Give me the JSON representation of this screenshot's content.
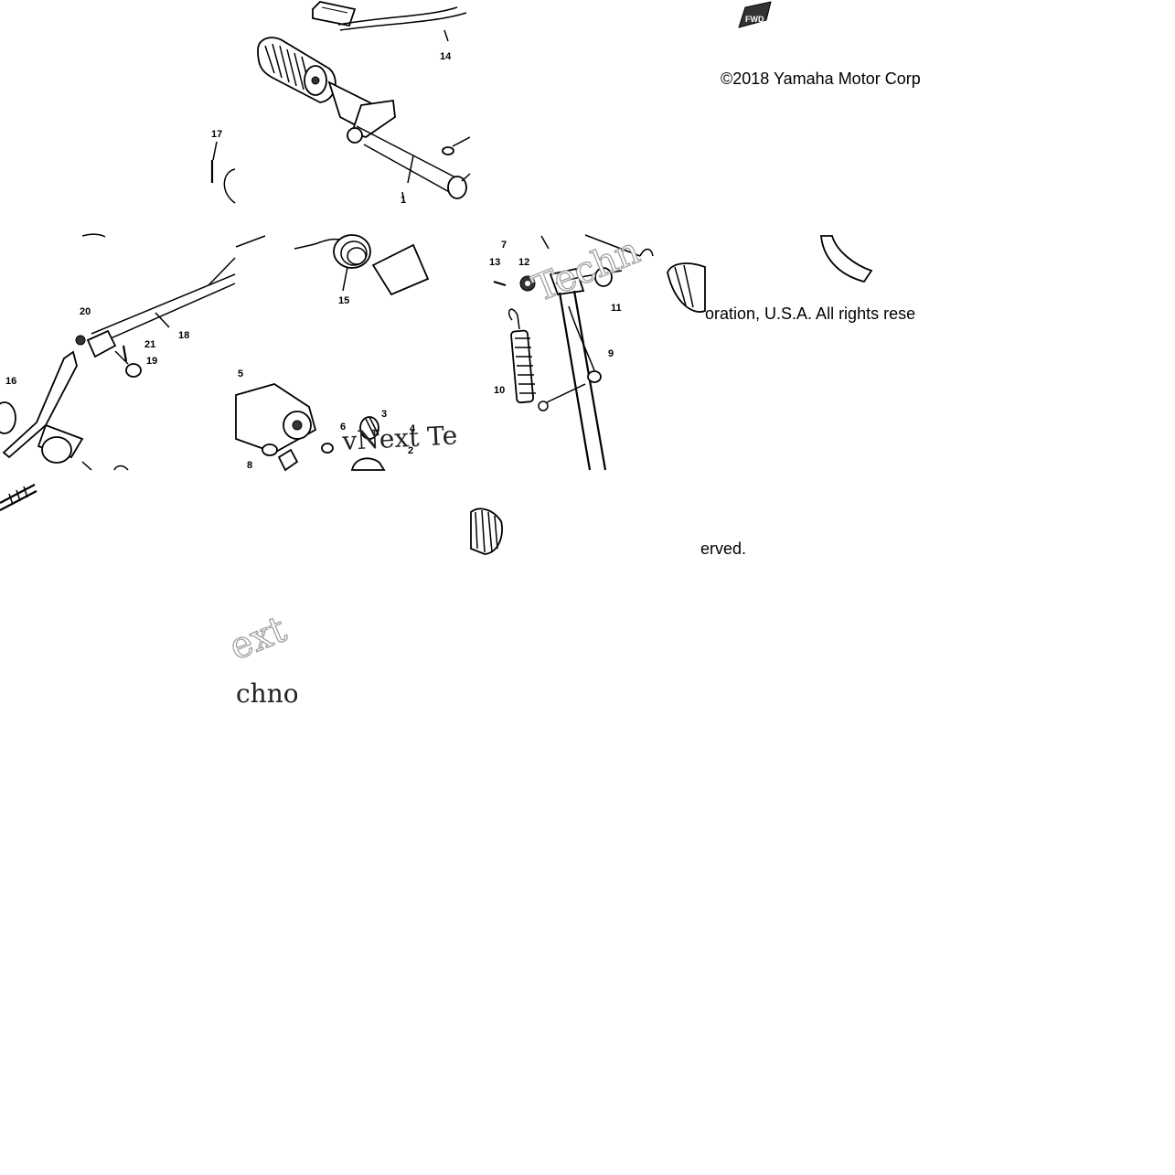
{
  "callouts": {
    "c1": "1",
    "c14": "14",
    "c17": "17",
    "c20": "20",
    "c16": "16",
    "c18": "18",
    "c21": "21",
    "c19": "19",
    "c15": "15",
    "c5": "5",
    "c6": "6",
    "c4": "4",
    "c2": "2",
    "c8": "8",
    "c3": "3",
    "c7": "7",
    "c13": "13",
    "c12": "12",
    "c11": "11",
    "c9": "9",
    "c10": "10"
  },
  "copyright": {
    "part1": "©2018 Yamaha Motor Corp",
    "part2": "oration, U.S.A. All rights rese",
    "part3": "erved."
  },
  "watermark": {
    "part1": "vNext Te",
    "part2": "Techn",
    "part3": "ext",
    "part4": "chno"
  },
  "fwd_label": "FWD"
}
